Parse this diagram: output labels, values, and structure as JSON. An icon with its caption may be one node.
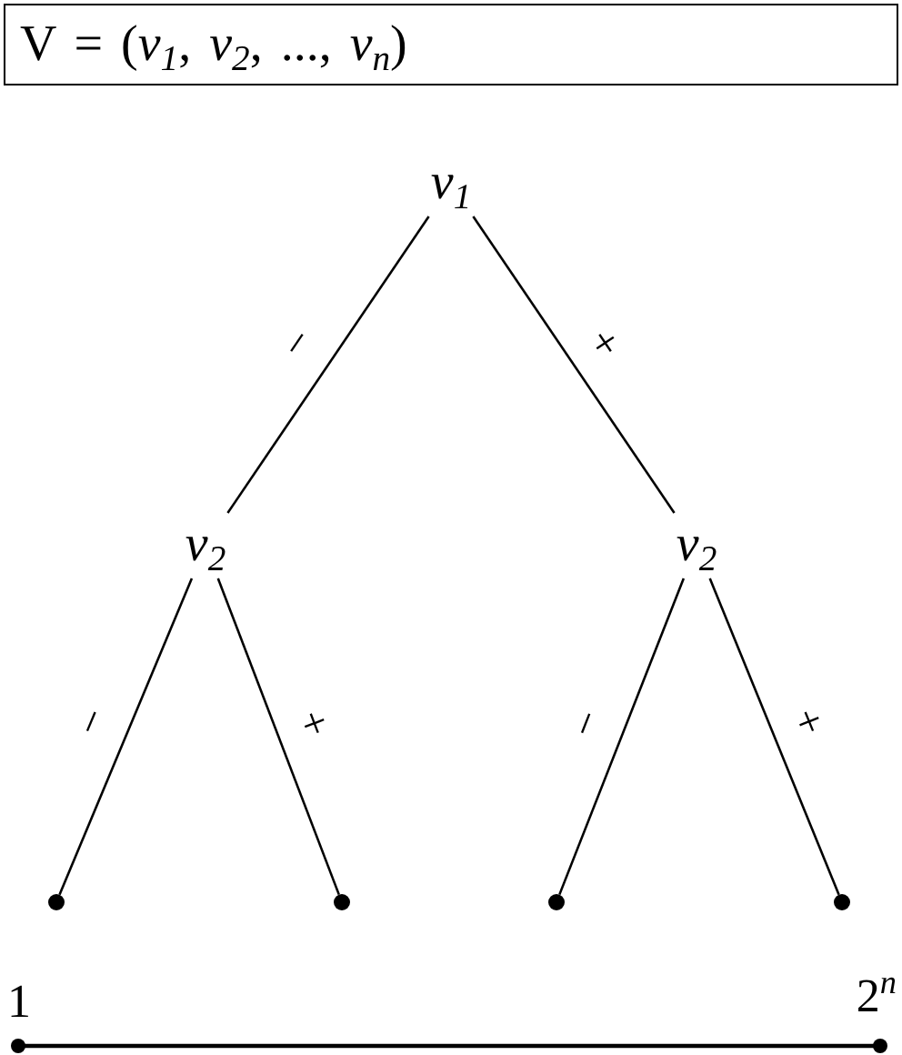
{
  "diagram": {
    "nodes": [
      {
        "text": [
          "V = (*v*$_{1}$, *v*$_{2}$, ..., *v*$_{n}$)"
        ]
      },
      {
        "text": [
          "*v*$_{1}$"
        ]
      },
      {
        "text": [
          "*v*$_{2}$"
        ]
      },
      {
        "text": [
          "*v*$_{2}$"
        ]
      },
      {
        "text": [],
        "shape": "circle"
      },
      {
        "text": [],
        "shape": "circle"
      },
      {
        "text": [],
        "shape": "circle"
      },
      {
        "text": [],
        "shape": "circle"
      }
    ],
    "edges": [
      {
        "from": 1,
        "to": 2,
        "arrow": "none",
        "label": "−"
      },
      {
        "from": 1,
        "to": 3,
        "arrow": "none",
        "label": "+"
      },
      {
        "from": 2,
        "to": 4,
        "arrow": "none",
        "label": "−"
      },
      {
        "from": 2,
        "to": 5,
        "arrow": "none",
        "label": "+"
      },
      {
        "from": 3,
        "to": 6,
        "arrow": "none",
        "label": "−"
      },
      {
        "from": 3,
        "to": 7,
        "arrow": "none",
        "label": "+"
      }
    ],
    "labels": [
      "1",
      "2$^{n}$"
    ]
  }
}
